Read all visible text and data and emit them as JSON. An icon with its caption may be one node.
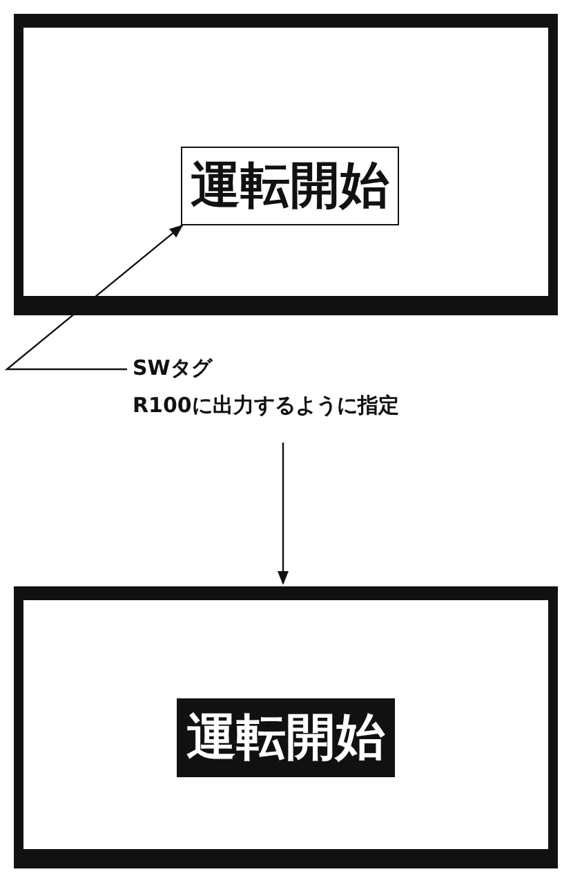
{
  "diagram": {
    "nodes": [
      {
        "text": [],
        "shape": "box"
      },
      {
        "text": [
          "運転開始"
        ],
        "in": 0
      },
      {
        "text": [
          "SWタグ",
          "R100に出力するように指定"
        ]
      },
      {
        "text": [],
        "shape": "box"
      },
      {
        "text": [
          "運転開始"
        ],
        "in": 3
      }
    ],
    "edges": [
      {
        "from": 2,
        "to": 1,
        "arrow": "to"
      },
      {
        "from": 2,
        "to": 3,
        "arrow": "to"
      }
    ]
  }
}
